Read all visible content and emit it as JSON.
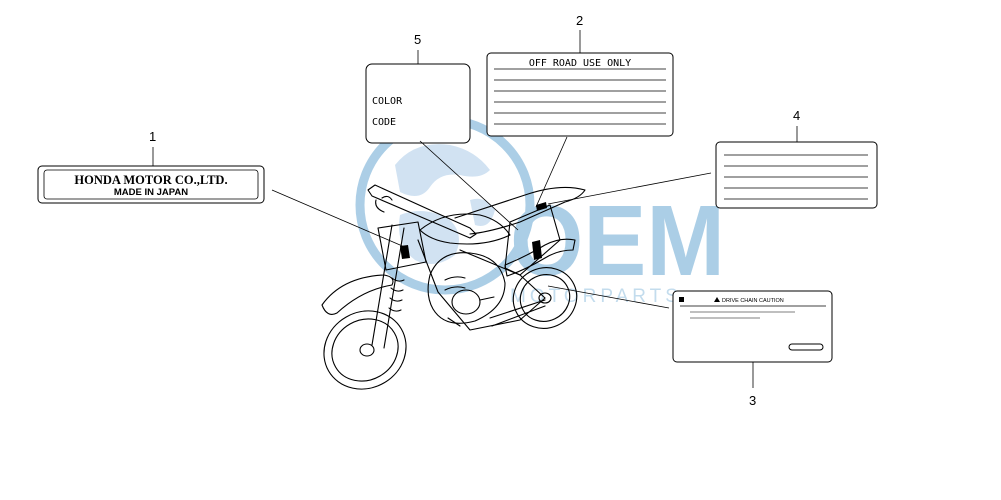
{
  "watermark": {
    "brand": "OEM",
    "subtitle": "MOTORPARTS",
    "color": "#9dc6e2"
  },
  "callouts": [
    {
      "number": "1",
      "part": "honda-plate"
    },
    {
      "number": "2",
      "part": "off-road-caution-label"
    },
    {
      "number": "3",
      "part": "drive-chain-caution-label"
    },
    {
      "number": "4",
      "part": "blank-label-4"
    },
    {
      "number": "5",
      "part": "color-code-label"
    }
  ],
  "labels": {
    "honda_plate": {
      "line1": "HONDA MOTOR CO.,LTD.",
      "line2": "MADE IN JAPAN"
    },
    "off_road": {
      "title": "OFF ROAD  USE ONLY"
    },
    "color_code": {
      "line1": "COLOR",
      "line2": "CODE"
    },
    "drive_chain": {
      "title": "DRIVE CHAIN CAUTION"
    }
  }
}
